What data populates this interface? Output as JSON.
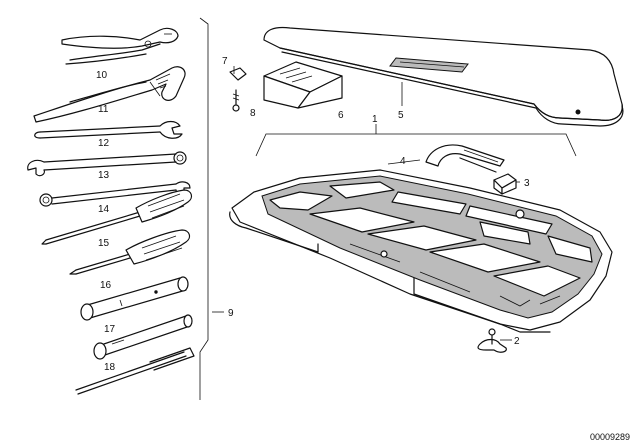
{
  "callouts": {
    "c1": "1",
    "c2": "2",
    "c3": "3",
    "c4": "4",
    "c5": "5",
    "c6": "6",
    "c7": "7",
    "c8": "8",
    "c9": "9",
    "c10": "10",
    "c11": "11",
    "c12": "12",
    "c13": "13",
    "c14": "14",
    "c15": "15",
    "c16": "16",
    "c17": "17",
    "c18": "18"
  },
  "diagram_code": "00009289"
}
